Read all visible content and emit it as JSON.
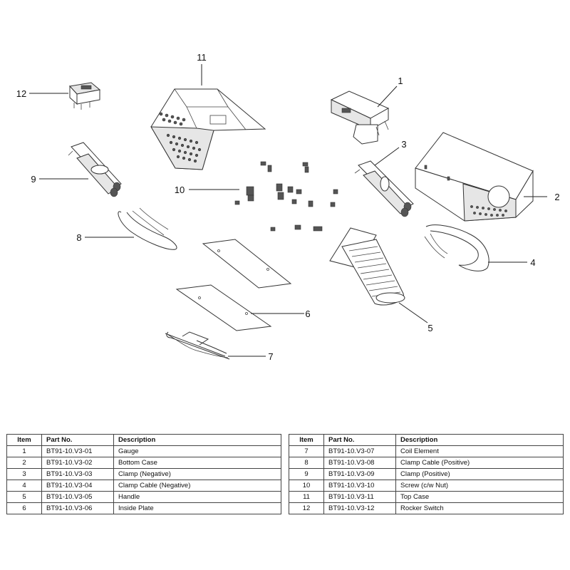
{
  "callouts": [
    "1",
    "2",
    "3",
    "4",
    "5",
    "6",
    "7",
    "8",
    "9",
    "10",
    "11",
    "12"
  ],
  "table": {
    "headers": {
      "item": "Item",
      "part_no": "Part No.",
      "description": "Description"
    },
    "left_rows": [
      {
        "item": "1",
        "part_no": "BT91-10.V3-01",
        "description": "Gauge"
      },
      {
        "item": "2",
        "part_no": "BT91-10.V3-02",
        "description": "Bottom Case"
      },
      {
        "item": "3",
        "part_no": "BT91-10.V3-03",
        "description": "Clamp (Negative)"
      },
      {
        "item": "4",
        "part_no": "BT91-10.V3-04",
        "description": "Clamp Cable (Negative)"
      },
      {
        "item": "5",
        "part_no": "BT91-10.V3-05",
        "description": "Handle"
      },
      {
        "item": "6",
        "part_no": "BT91-10.V3-06",
        "description": "Inside Plate"
      }
    ],
    "right_rows": [
      {
        "item": "7",
        "part_no": "BT91-10.V3-07",
        "description": "Coil Element"
      },
      {
        "item": "8",
        "part_no": "BT91-10.V3-08",
        "description": "Clamp Cable (Positive)"
      },
      {
        "item": "9",
        "part_no": "BT91-10.V3-09",
        "description": "Clamp (Positive)"
      },
      {
        "item": "10",
        "part_no": "BT91-10.V3-10",
        "description": "Screw (c/w Nut)"
      },
      {
        "item": "11",
        "part_no": "BT91-10.V3-11",
        "description": "Top Case"
      },
      {
        "item": "12",
        "part_no": "BT91-10.V3-12",
        "description": "Rocker Switch"
      }
    ]
  }
}
